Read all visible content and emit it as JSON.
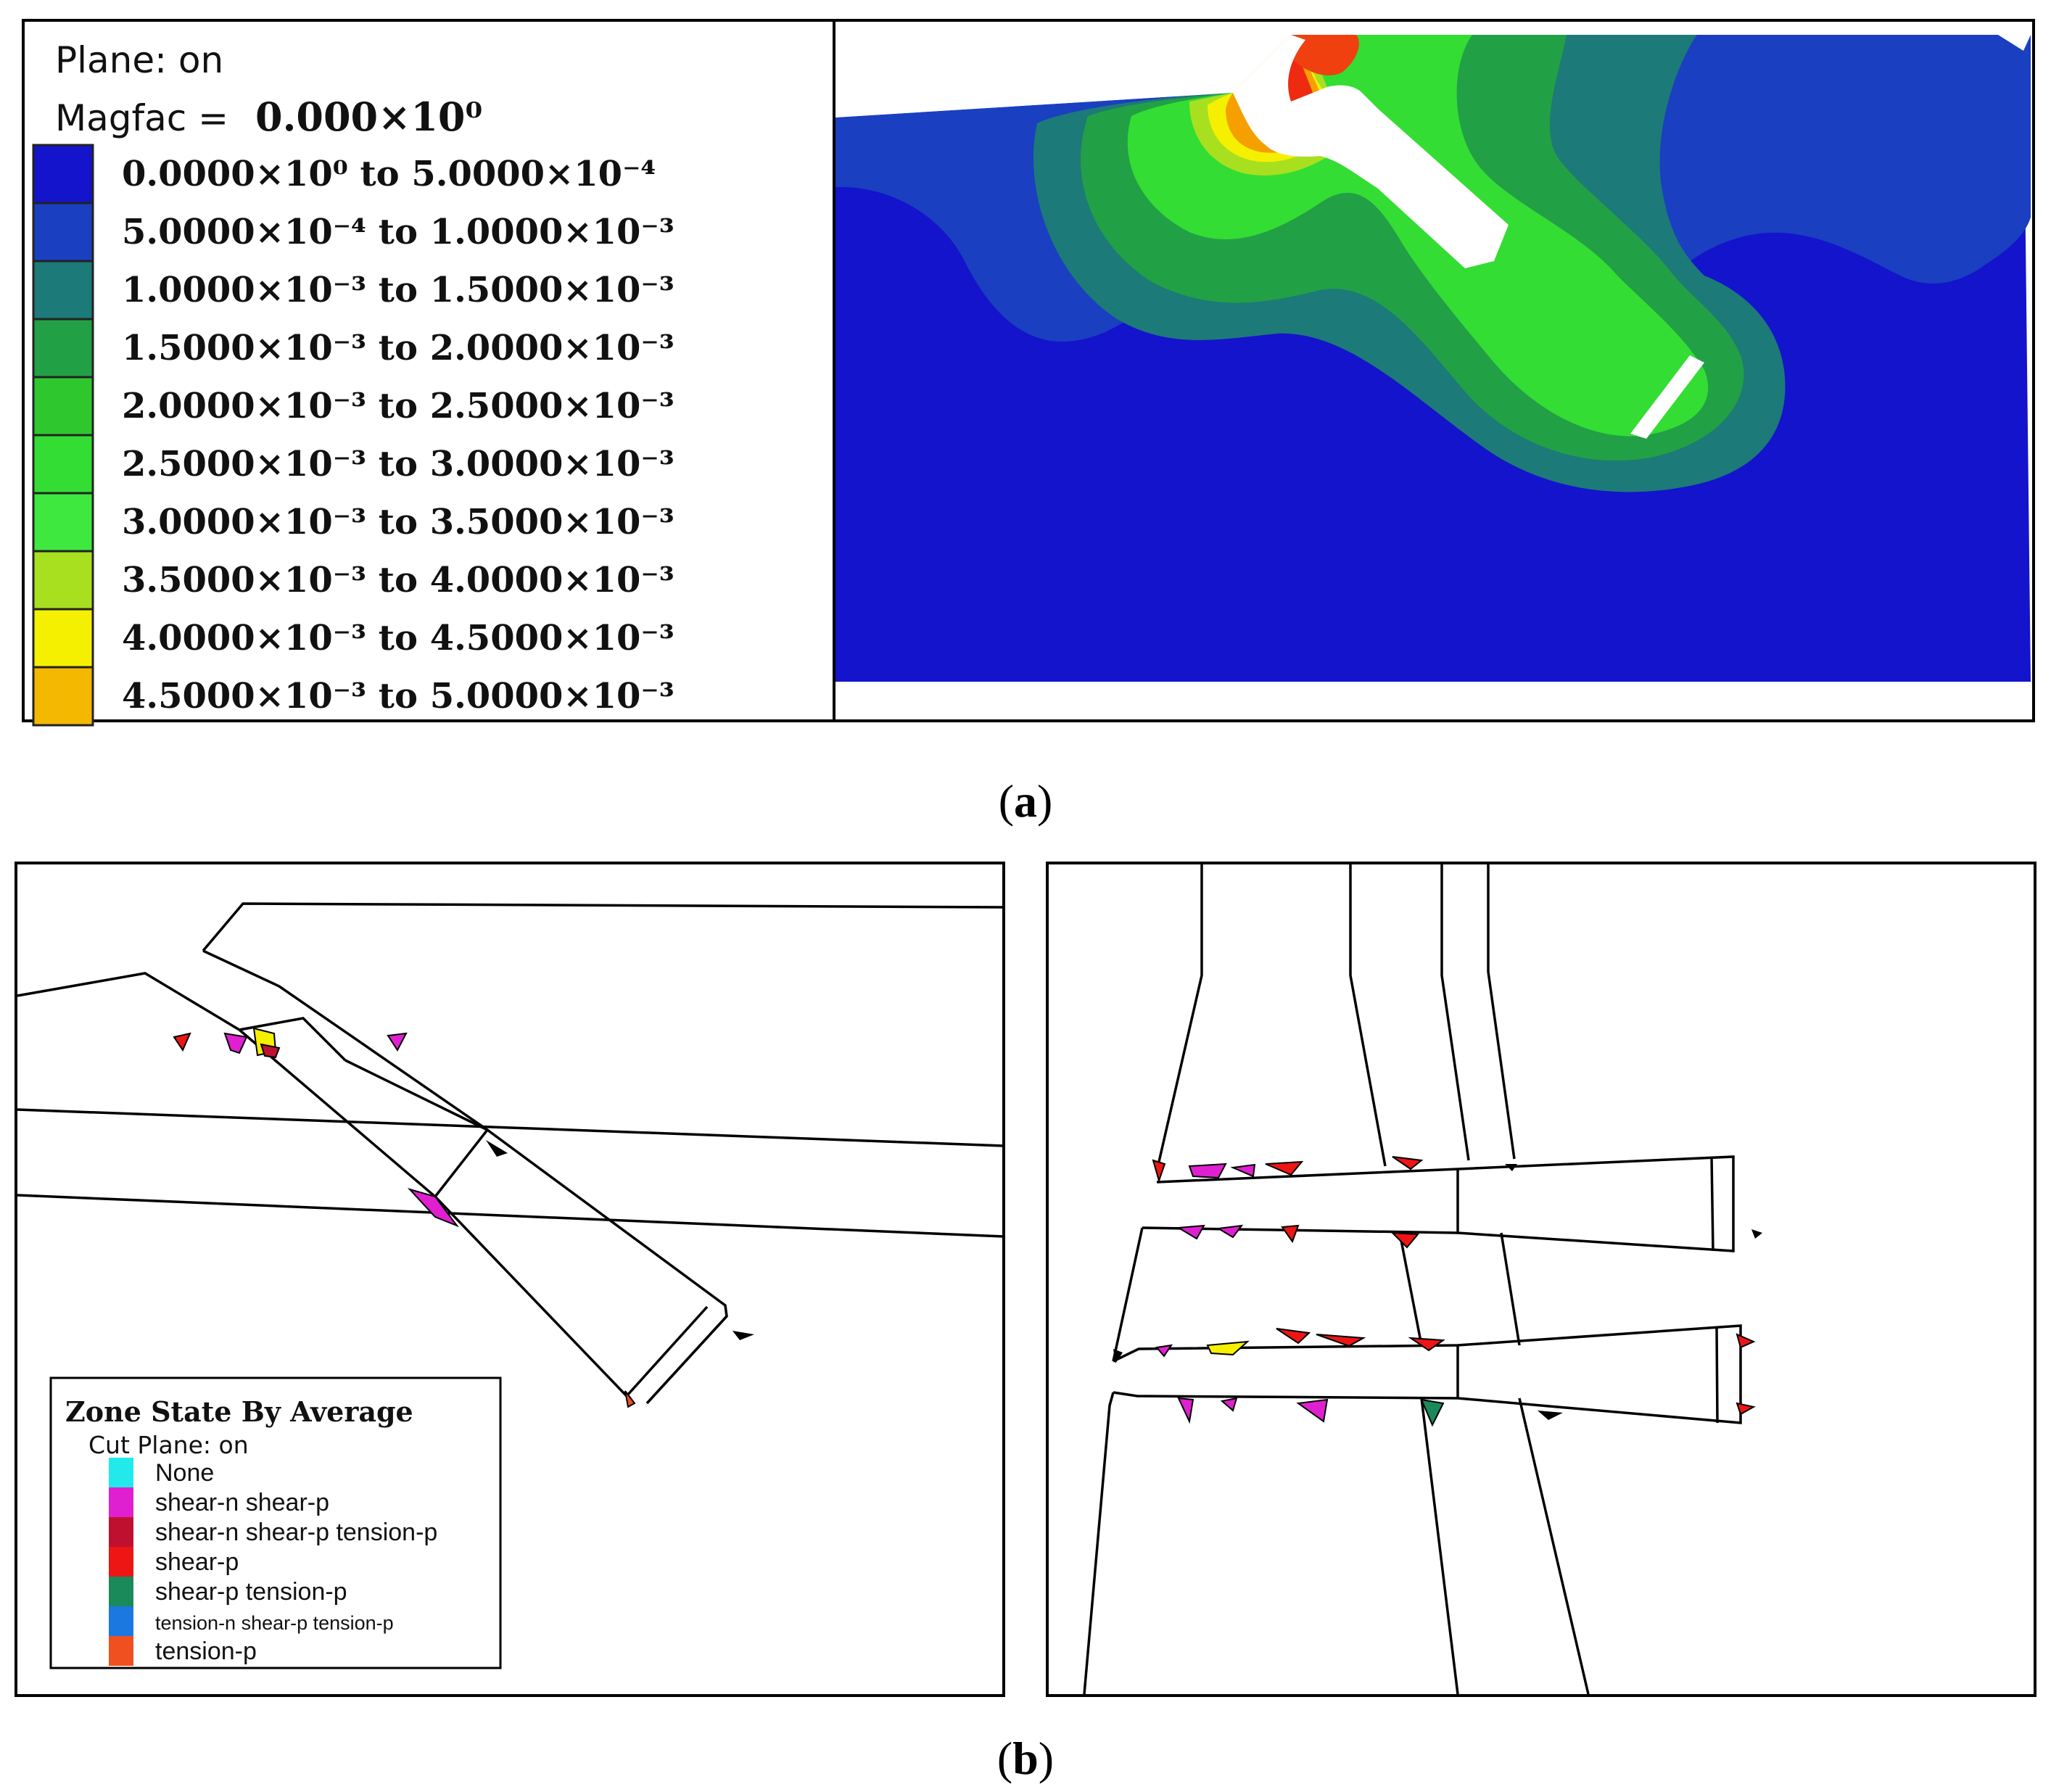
{
  "panel_a": {
    "caption_letter": "a",
    "plane_label": "Plane:  on",
    "magfac_label": "Magfac  =",
    "magfac_value": "0.000×10⁰",
    "legend": [
      {
        "range": "0.0000×10⁰   to 5.0000×10⁻⁴",
        "color": "#1414cc"
      },
      {
        "range": "5.0000×10⁻⁴ to 1.0000×10⁻³",
        "color": "#1a3fc0"
      },
      {
        "range": "1.0000×10⁻³ to 1.5000×10⁻³",
        "color": "#1c7a78"
      },
      {
        "range": "1.5000×10⁻³ to 2.0000×10⁻³",
        "color": "#22a046"
      },
      {
        "range": "2.0000×10⁻³ to 2.5000×10⁻³",
        "color": "#2ec82e"
      },
      {
        "range": "2.5000×10⁻³ to 3.0000×10⁻³",
        "color": "#33dd33"
      },
      {
        "range": "3.0000×10⁻³ to 3.5000×10⁻³",
        "color": "#3ee83e"
      },
      {
        "range": "3.5000×10⁻³ to 4.0000×10⁻³",
        "color": "#a8e020"
      },
      {
        "range": "4.0000×10⁻³ to 4.5000×10⁻³",
        "color": "#f5f000"
      },
      {
        "range": "4.5000×10⁻³ to 5.0000×10⁻³",
        "color": "#f5b800"
      }
    ]
  },
  "panel_b": {
    "caption_letter": "b",
    "legend_title": "Zone State By Average",
    "cut_plane_label": "Cut Plane: on",
    "legend": [
      {
        "label": "None",
        "color": "#22eaea"
      },
      {
        "label": "shear-n shear-p",
        "color": "#e020d0"
      },
      {
        "label": "shear-n shear-p tension-p",
        "color": "#c01030"
      },
      {
        "label": "shear-p",
        "color": "#ee1515"
      },
      {
        "label": "shear-p tension-p",
        "color": "#1a8a5a"
      },
      {
        "label": "tension-n shear-p tension-p",
        "color": "#1a78e0"
      },
      {
        "label": "tension-p",
        "color": "#f05020"
      }
    ]
  }
}
